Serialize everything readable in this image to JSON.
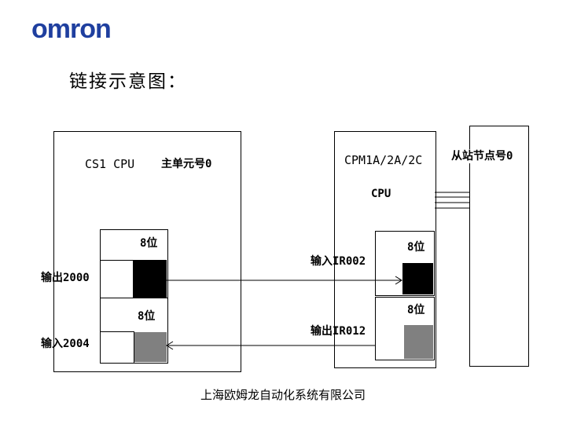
{
  "logo": "omron",
  "title": "链接示意图：",
  "master": {
    "cpu_label": "CS1 CPU",
    "unit_label": "主单元号0",
    "bits_top": "8位",
    "output_label": "输出2000",
    "bits_bottom": "8位",
    "input_label": "输入2004"
  },
  "slave": {
    "cpu_model": "CPM1A/2A/2C",
    "cpu_label": "CPU",
    "station_label": "从站节点号0",
    "input_label": "输入IR002",
    "bits_top": "8位",
    "output_label": "输出IR012",
    "bits_bottom": "8位"
  },
  "colors": {
    "black_block": "#000000",
    "gray_block": "#808080",
    "logo": "#1f3f9f"
  },
  "footer": "上海欧姆龙自动化系统有限公司"
}
